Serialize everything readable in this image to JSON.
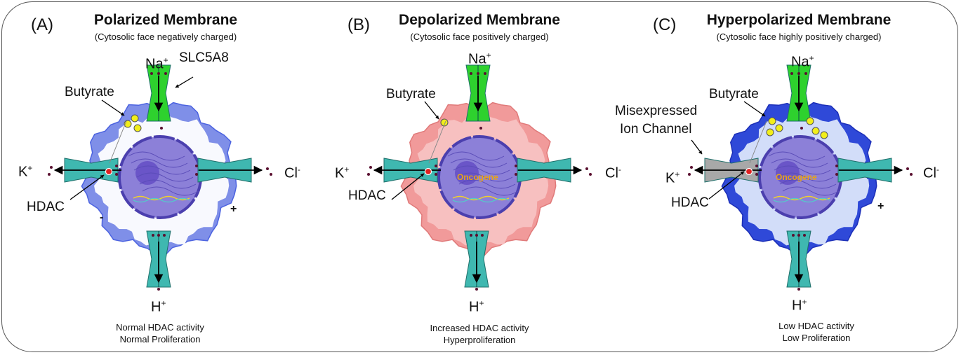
{
  "panels": [
    {
      "letter": "(A)",
      "title": "Polarized Membrane",
      "subtitle": "(Cytosolic face negatively charged)",
      "labels": {
        "na": "Na",
        "na_sup": "+",
        "k": "K",
        "k_sup": "+",
        "cl": "Cl",
        "cl_sup": "-",
        "h": "H",
        "h_sup": "+",
        "butyrate": "Butyrate",
        "hdac": "HDAC",
        "transporter": "SLC5A8"
      },
      "caption_line1": "Normal HDAC activity",
      "caption_line2": "Normal Proliferation",
      "membrane_color": "#7f8fe8",
      "cyto_color": "#ffffff"
    },
    {
      "letter": "(B)",
      "title": "Depolarized Membrane",
      "subtitle": "(Cytosolic face positively charged)",
      "labels": {
        "na": "Na",
        "na_sup": "+",
        "k": "K",
        "k_sup": "+",
        "cl": "Cl",
        "cl_sup": "-",
        "h": "H",
        "h_sup": "+",
        "butyrate": "Butyrate",
        "hdac": "HDAC",
        "oncogene": "Oncogene"
      },
      "caption_line1": "Increased HDAC activity",
      "caption_line2": "Hyperproliferation",
      "membrane_color": "#f19a9a",
      "cyto_color": "#f7c2c2"
    },
    {
      "letter": "(C)",
      "title": "Hyperpolarized Membrane",
      "subtitle": "(Cytosolic face highly positively charged)",
      "labels": {
        "na": "Na",
        "na_sup": "+",
        "k": "K",
        "k_sup": "+",
        "cl": "Cl",
        "cl_sup": "-",
        "h": "H",
        "h_sup": "+",
        "butyrate": "Butyrate",
        "hdac": "HDAC",
        "oncogene": "Oncogene",
        "misexpressed_1": "Misexpressed",
        "misexpressed_2": "Ion Channel"
      },
      "caption_line1": "Low HDAC activity",
      "caption_line2": "Low Proliferation",
      "membrane_color": "#2f49d8",
      "cyto_color": "#dbe6fb"
    }
  ],
  "colors": {
    "na_channel": "#2ed12e",
    "k_cl_h_channel": "#3fb8b0",
    "misexpressed_channel": "#a8a8a8",
    "nucleus": "#8c80d8",
    "nucleus_border": "#4b3fae",
    "nucleolus": "#6a55c8",
    "butyrate": "#f2ee1a",
    "hdac": "#e02020",
    "oncogene_text": "#e6a317"
  }
}
